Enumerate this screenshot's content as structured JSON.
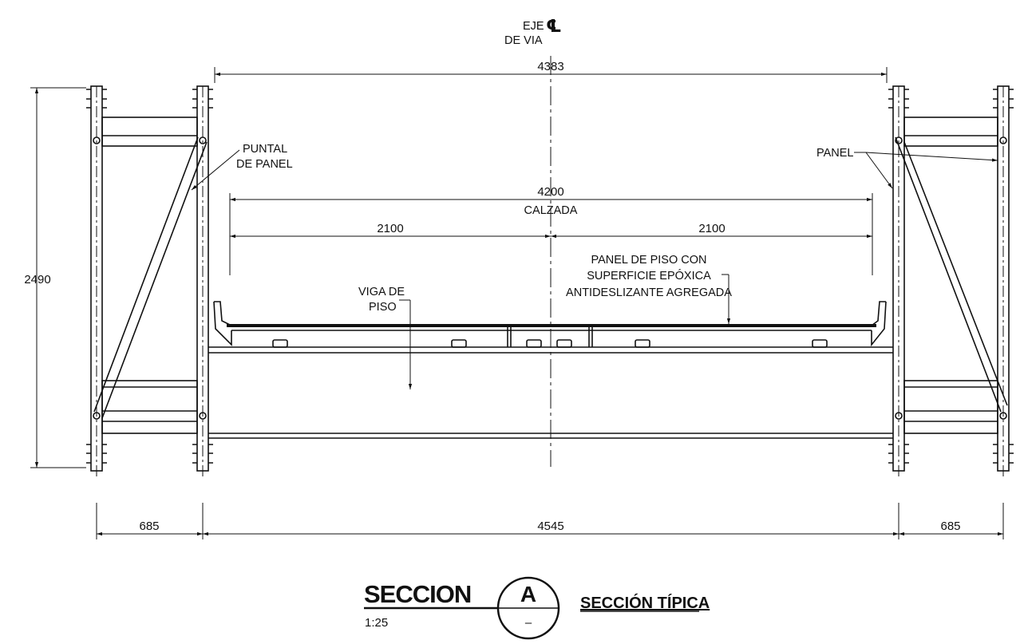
{
  "centerline": {
    "line1": "EJE",
    "line2": "DE VIA",
    "symbol": "℄"
  },
  "dimensions": {
    "total_width_top": "4383",
    "roadway_width": "4200",
    "roadway_label": "CALZADA",
    "half_left": "2100",
    "half_right": "2100",
    "height": "2490",
    "bottom_left": "685",
    "bottom_center": "4545",
    "bottom_right": "685"
  },
  "labels": {
    "puntal_line1": "PUNTAL",
    "puntal_line2": "DE PANEL",
    "panel": "PANEL",
    "viga_line1": "VIGA DE",
    "viga_line2": "PISO",
    "deck_line1": "PANEL DE PISO CON",
    "deck_line2": "SUPERFICIE EPÓXICA",
    "deck_line3": "ANTIDESLIZANTE AGREGADA"
  },
  "title_block": {
    "title": "SECCION",
    "scale": "1:25",
    "marker_letter": "A",
    "marker_sheet": "–",
    "subtitle": "SECCIÓN TÍPICA"
  }
}
